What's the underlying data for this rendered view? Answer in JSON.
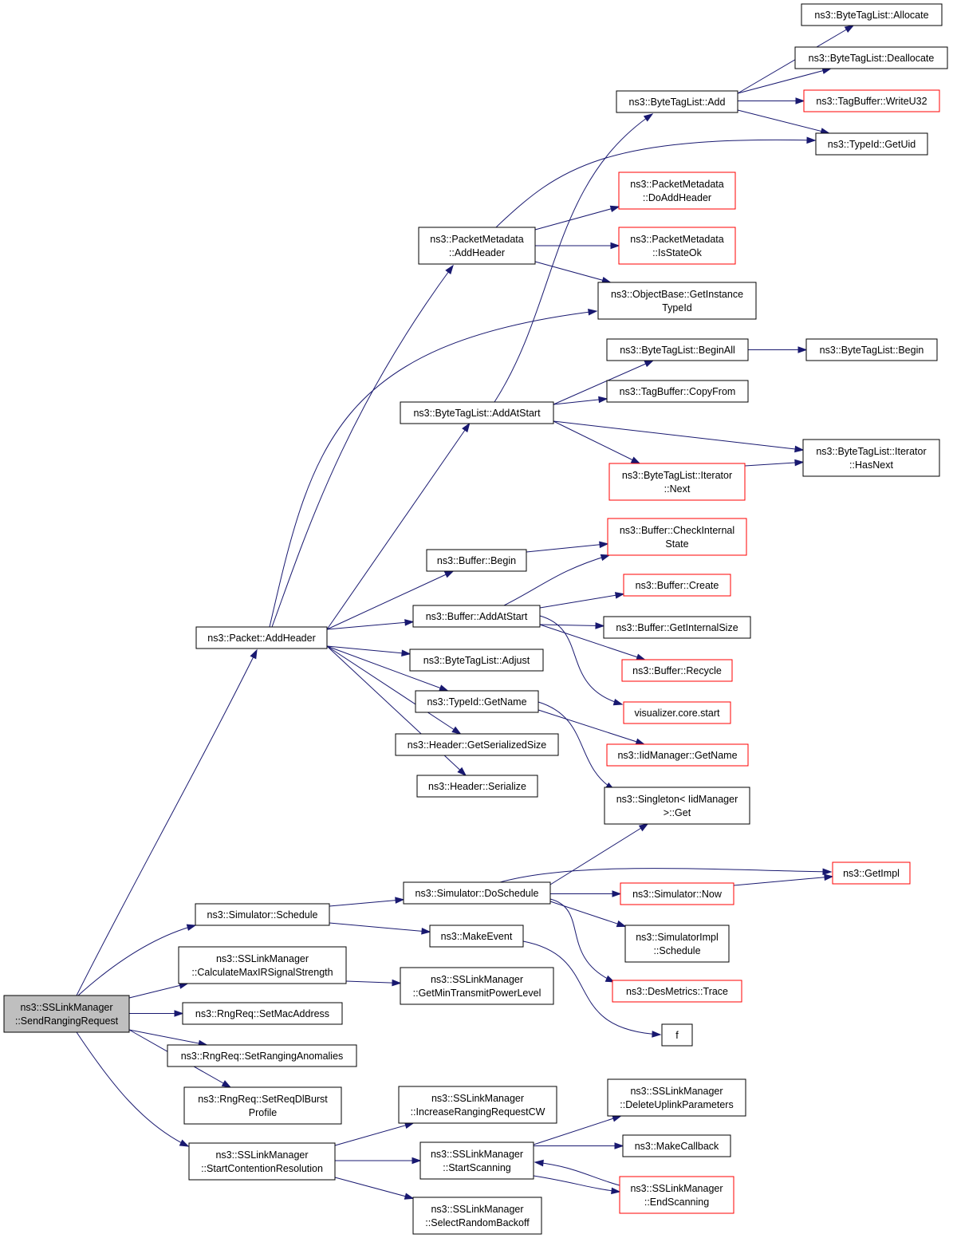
{
  "title": "",
  "colors": {
    "edge": "#191970",
    "root_fill": "#bfbfbf",
    "normal_border": "#000000",
    "truncated_border": "#ff0000"
  },
  "nodes": [
    {
      "id": "root",
      "lines": [
        "ns3::SSLinkManager",
        "::SendRangingRequest"
      ],
      "style": "root"
    },
    {
      "id": "pkt_addheader",
      "lines": [
        "ns3::Packet::AddHeader"
      ],
      "style": "normal"
    },
    {
      "id": "sim_schedule",
      "lines": [
        "ns3::Simulator::Schedule"
      ],
      "style": "normal"
    },
    {
      "id": "calc_maxir",
      "lines": [
        "ns3::SSLinkManager",
        "::CalculateMaxIRSignalStrength"
      ],
      "style": "normal"
    },
    {
      "id": "set_mac",
      "lines": [
        "ns3::RngReq::SetMacAddress"
      ],
      "style": "normal"
    },
    {
      "id": "set_anom",
      "lines": [
        "ns3::RngReq::SetRangingAnomalies"
      ],
      "style": "normal"
    },
    {
      "id": "set_dlburst",
      "lines": [
        "ns3::RngReq::SetReqDlBurst",
        "Profile"
      ],
      "style": "normal"
    },
    {
      "id": "start_contention",
      "lines": [
        "ns3::SSLinkManager",
        "::StartContentionResolution"
      ],
      "style": "normal"
    },
    {
      "id": "pm_addheader",
      "lines": [
        "ns3::PacketMetadata",
        "::AddHeader"
      ],
      "style": "normal"
    },
    {
      "id": "btl_addatstart",
      "lines": [
        "ns3::ByteTagList::AddAtStart"
      ],
      "style": "normal"
    },
    {
      "id": "buf_begin",
      "lines": [
        "ns3::Buffer::Begin"
      ],
      "style": "normal"
    },
    {
      "id": "buf_addatstart",
      "lines": [
        "ns3::Buffer::AddAtStart"
      ],
      "style": "normal"
    },
    {
      "id": "btl_adjust",
      "lines": [
        "ns3::ByteTagList::Adjust"
      ],
      "style": "normal"
    },
    {
      "id": "typeid_getname",
      "lines": [
        "ns3::TypeId::GetName"
      ],
      "style": "normal"
    },
    {
      "id": "hdr_getsize",
      "lines": [
        "ns3::Header::GetSerializedSize"
      ],
      "style": "normal"
    },
    {
      "id": "hdr_serialize",
      "lines": [
        "ns3::Header::Serialize"
      ],
      "style": "normal"
    },
    {
      "id": "sim_doschedule",
      "lines": [
        "ns3::Simulator::DoSchedule"
      ],
      "style": "normal"
    },
    {
      "id": "make_event",
      "lines": [
        "ns3::MakeEvent"
      ],
      "style": "normal"
    },
    {
      "id": "get_mintx",
      "lines": [
        "ns3::SSLinkManager",
        "::GetMinTransmitPowerLevel"
      ],
      "style": "normal"
    },
    {
      "id": "inc_ranging",
      "lines": [
        "ns3::SSLinkManager",
        "::IncreaseRangingRequestCW"
      ],
      "style": "normal"
    },
    {
      "id": "start_scanning",
      "lines": [
        "ns3::SSLinkManager",
        "::StartScanning"
      ],
      "style": "normal"
    },
    {
      "id": "select_backoff",
      "lines": [
        "ns3::SSLinkManager",
        "::SelectRandomBackoff"
      ],
      "style": "normal"
    },
    {
      "id": "btl_add",
      "lines": [
        "ns3::ByteTagList::Add"
      ],
      "style": "normal"
    },
    {
      "id": "pm_doaddheader",
      "lines": [
        "ns3::PacketMetadata",
        "::DoAddHeader"
      ],
      "style": "truncated"
    },
    {
      "id": "pm_isstateok",
      "lines": [
        "ns3::PacketMetadata",
        "::IsStateOk"
      ],
      "style": "truncated"
    },
    {
      "id": "ob_getinstance",
      "lines": [
        "ns3::ObjectBase::GetInstance",
        "TypeId"
      ],
      "style": "normal"
    },
    {
      "id": "btl_beginall",
      "lines": [
        "ns3::ByteTagList::BeginAll"
      ],
      "style": "normal"
    },
    {
      "id": "tb_copyfrom",
      "lines": [
        "ns3::TagBuffer::CopyFrom"
      ],
      "style": "normal"
    },
    {
      "id": "btl_iter_next",
      "lines": [
        "ns3::ByteTagList::Iterator",
        "::Next"
      ],
      "style": "truncated"
    },
    {
      "id": "buf_checkinternal",
      "lines": [
        "ns3::Buffer::CheckInternal",
        "State"
      ],
      "style": "truncated"
    },
    {
      "id": "buf_create",
      "lines": [
        "ns3::Buffer::Create"
      ],
      "style": "truncated"
    },
    {
      "id": "buf_getinternalsize",
      "lines": [
        "ns3::Buffer::GetInternalSize"
      ],
      "style": "normal"
    },
    {
      "id": "buf_recycle",
      "lines": [
        "ns3::Buffer::Recycle"
      ],
      "style": "truncated"
    },
    {
      "id": "vis_start",
      "lines": [
        "visualizer.core.start"
      ],
      "style": "truncated"
    },
    {
      "id": "iid_getname",
      "lines": [
        "ns3::IidManager::GetName"
      ],
      "style": "truncated"
    },
    {
      "id": "singleton_get",
      "lines": [
        "ns3::Singleton< IidManager",
        ">::Get"
      ],
      "style": "normal"
    },
    {
      "id": "sim_now",
      "lines": [
        "ns3::Simulator::Now"
      ],
      "style": "truncated"
    },
    {
      "id": "simimpl_schedule",
      "lines": [
        "ns3::SimulatorImpl",
        "::Schedule"
      ],
      "style": "normal"
    },
    {
      "id": "des_trace",
      "lines": [
        "ns3::DesMetrics::Trace"
      ],
      "style": "truncated"
    },
    {
      "id": "f",
      "lines": [
        "f"
      ],
      "style": "normal"
    },
    {
      "id": "del_uplink",
      "lines": [
        "ns3::SSLinkManager",
        "::DeleteUplinkParameters"
      ],
      "style": "normal"
    },
    {
      "id": "make_callback",
      "lines": [
        "ns3::MakeCallback"
      ],
      "style": "normal"
    },
    {
      "id": "end_scanning",
      "lines": [
        "ns3::SSLinkManager",
        "::EndScanning"
      ],
      "style": "truncated"
    },
    {
      "id": "btl_allocate",
      "lines": [
        "ns3::ByteTagList::Allocate"
      ],
      "style": "normal"
    },
    {
      "id": "btl_deallocate",
      "lines": [
        "ns3::ByteTagList::Deallocate"
      ],
      "style": "normal"
    },
    {
      "id": "tb_writeu32",
      "lines": [
        "ns3::TagBuffer::WriteU32"
      ],
      "style": "truncated"
    },
    {
      "id": "typeid_getuid",
      "lines": [
        "ns3::TypeId::GetUid"
      ],
      "style": "normal"
    },
    {
      "id": "btl_begin",
      "lines": [
        "ns3::ByteTagList::Begin"
      ],
      "style": "normal"
    },
    {
      "id": "btl_iter_hasnext",
      "lines": [
        "ns3::ByteTagList::Iterator",
        "::HasNext"
      ],
      "style": "normal"
    },
    {
      "id": "get_impl",
      "lines": [
        "ns3::GetImpl"
      ],
      "style": "truncated"
    }
  ],
  "edges": [
    [
      "root",
      "pkt_addheader"
    ],
    [
      "root",
      "sim_schedule"
    ],
    [
      "root",
      "calc_maxir"
    ],
    [
      "root",
      "set_mac"
    ],
    [
      "root",
      "set_anom"
    ],
    [
      "root",
      "set_dlburst"
    ],
    [
      "root",
      "start_contention"
    ],
    [
      "pkt_addheader",
      "pm_addheader"
    ],
    [
      "pkt_addheader",
      "ob_getinstance"
    ],
    [
      "pkt_addheader",
      "btl_addatstart"
    ],
    [
      "pkt_addheader",
      "buf_begin"
    ],
    [
      "pkt_addheader",
      "buf_addatstart"
    ],
    [
      "pkt_addheader",
      "btl_adjust"
    ],
    [
      "pkt_addheader",
      "typeid_getname"
    ],
    [
      "pkt_addheader",
      "hdr_getsize"
    ],
    [
      "pkt_addheader",
      "hdr_serialize"
    ],
    [
      "pm_addheader",
      "typeid_getuid"
    ],
    [
      "pm_addheader",
      "pm_doaddheader"
    ],
    [
      "pm_addheader",
      "pm_isstateok"
    ],
    [
      "pm_addheader",
      "ob_getinstance"
    ],
    [
      "btl_addatstart",
      "btl_add"
    ],
    [
      "btl_addatstart",
      "btl_beginall"
    ],
    [
      "btl_addatstart",
      "tb_copyfrom"
    ],
    [
      "btl_addatstart",
      "btl_iter_hasnext"
    ],
    [
      "btl_addatstart",
      "btl_iter_next"
    ],
    [
      "btl_add",
      "btl_allocate"
    ],
    [
      "btl_add",
      "btl_deallocate"
    ],
    [
      "btl_add",
      "tb_writeu32"
    ],
    [
      "btl_add",
      "typeid_getuid"
    ],
    [
      "btl_beginall",
      "btl_begin"
    ],
    [
      "btl_iter_next",
      "btl_iter_hasnext"
    ],
    [
      "buf_begin",
      "buf_checkinternal"
    ],
    [
      "buf_addatstart",
      "buf_checkinternal"
    ],
    [
      "buf_addatstart",
      "buf_create"
    ],
    [
      "buf_addatstart",
      "buf_getinternalsize"
    ],
    [
      "buf_addatstart",
      "buf_recycle"
    ],
    [
      "buf_addatstart",
      "vis_start"
    ],
    [
      "typeid_getname",
      "iid_getname"
    ],
    [
      "typeid_getname",
      "singleton_get"
    ],
    [
      "sim_schedule",
      "sim_doschedule"
    ],
    [
      "sim_schedule",
      "make_event"
    ],
    [
      "sim_doschedule",
      "singleton_get"
    ],
    [
      "sim_doschedule",
      "get_impl"
    ],
    [
      "sim_doschedule",
      "sim_now"
    ],
    [
      "sim_doschedule",
      "simimpl_schedule"
    ],
    [
      "sim_doschedule",
      "des_trace"
    ],
    [
      "sim_now",
      "get_impl"
    ],
    [
      "make_event",
      "f"
    ],
    [
      "calc_maxir",
      "get_mintx"
    ],
    [
      "start_contention",
      "inc_ranging"
    ],
    [
      "start_contention",
      "start_scanning"
    ],
    [
      "start_contention",
      "select_backoff"
    ],
    [
      "start_scanning",
      "del_uplink"
    ],
    [
      "start_scanning",
      "make_callback"
    ],
    [
      "start_scanning",
      "end_scanning"
    ],
    [
      "end_scanning",
      "start_scanning"
    ]
  ]
}
